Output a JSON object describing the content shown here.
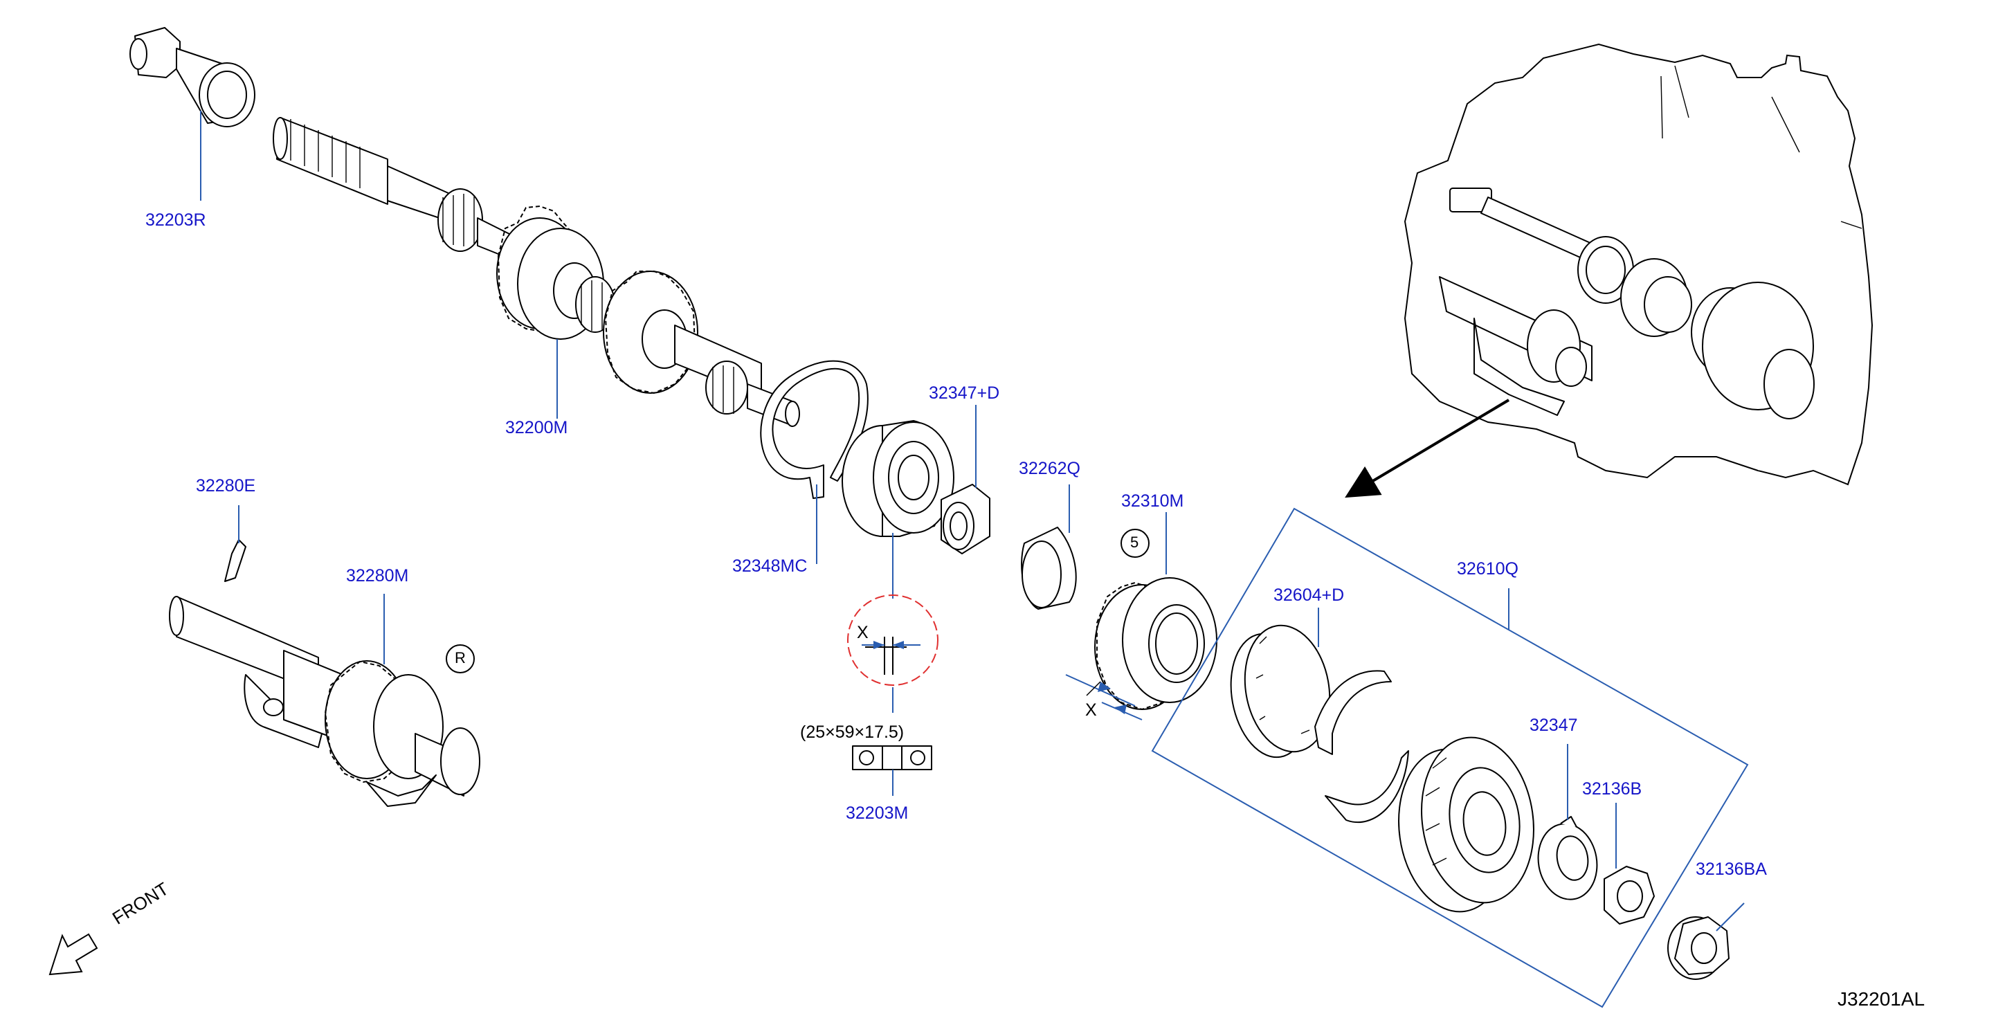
{
  "diagram_id": "J32201AL",
  "front_label": "FRONT",
  "callouts": {
    "x_top": "X",
    "x_gear": "X",
    "circle_r": "R",
    "circle_5": "5"
  },
  "bearing_dimensions": "(25×59×17.5)",
  "parts": [
    {
      "key": "p_32203R",
      "number": "32203R"
    },
    {
      "key": "p_32200M",
      "number": "32200M"
    },
    {
      "key": "p_32348MC",
      "number": "32348MC"
    },
    {
      "key": "p_32347D",
      "number": "32347+D"
    },
    {
      "key": "p_32262Q",
      "number": "32262Q"
    },
    {
      "key": "p_32310M",
      "number": "32310M"
    },
    {
      "key": "p_32280E",
      "number": "32280E"
    },
    {
      "key": "p_32280M",
      "number": "32280M"
    },
    {
      "key": "p_32203M",
      "number": "32203M"
    },
    {
      "key": "p_32610Q",
      "number": "32610Q"
    },
    {
      "key": "p_32604D",
      "number": "32604+D"
    },
    {
      "key": "p_32347",
      "number": "32347"
    },
    {
      "key": "p_32136B",
      "number": "32136B"
    },
    {
      "key": "p_32136BA",
      "number": "32136BA"
    }
  ],
  "colors": {
    "part_number_text": "#1515c8",
    "leader_line": "#2a5db0",
    "detail_circle": "#e03030",
    "drawing_line": "#000000"
  }
}
